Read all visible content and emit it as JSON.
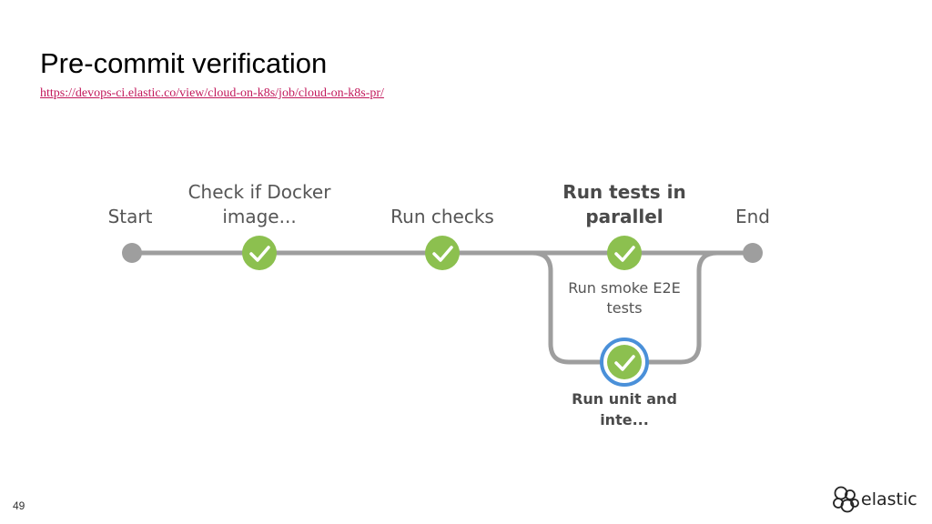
{
  "slide": {
    "title": "Pre-commit verification",
    "link": "https://devops-ci.elastic.co/view/cloud-on-k8s/job/cloud-on-k8s-pr/",
    "page_number": "49",
    "brand": "elastic"
  },
  "pipeline": {
    "stages": [
      {
        "label_lines": [
          "Start"
        ]
      },
      {
        "label_lines": [
          "Check if Docker",
          "image..."
        ],
        "status": "success"
      },
      {
        "label_lines": [
          "Run checks"
        ],
        "status": "success"
      },
      {
        "label_lines": [
          "Run tests in",
          "parallel"
        ],
        "bold": true
      },
      {
        "label_lines": [
          "End"
        ]
      }
    ],
    "parallel_branches": [
      {
        "label_lines": [
          "Run smoke E2E",
          "tests"
        ],
        "status": "success"
      },
      {
        "label_lines": [
          "Run unit and",
          "inte..."
        ],
        "status": "success",
        "selected": true,
        "bold": true
      }
    ]
  },
  "colors": {
    "success": "#8cc04f",
    "line": "#9e9e9e",
    "selected_ring": "#4a90d9",
    "link": "#c2185b"
  }
}
